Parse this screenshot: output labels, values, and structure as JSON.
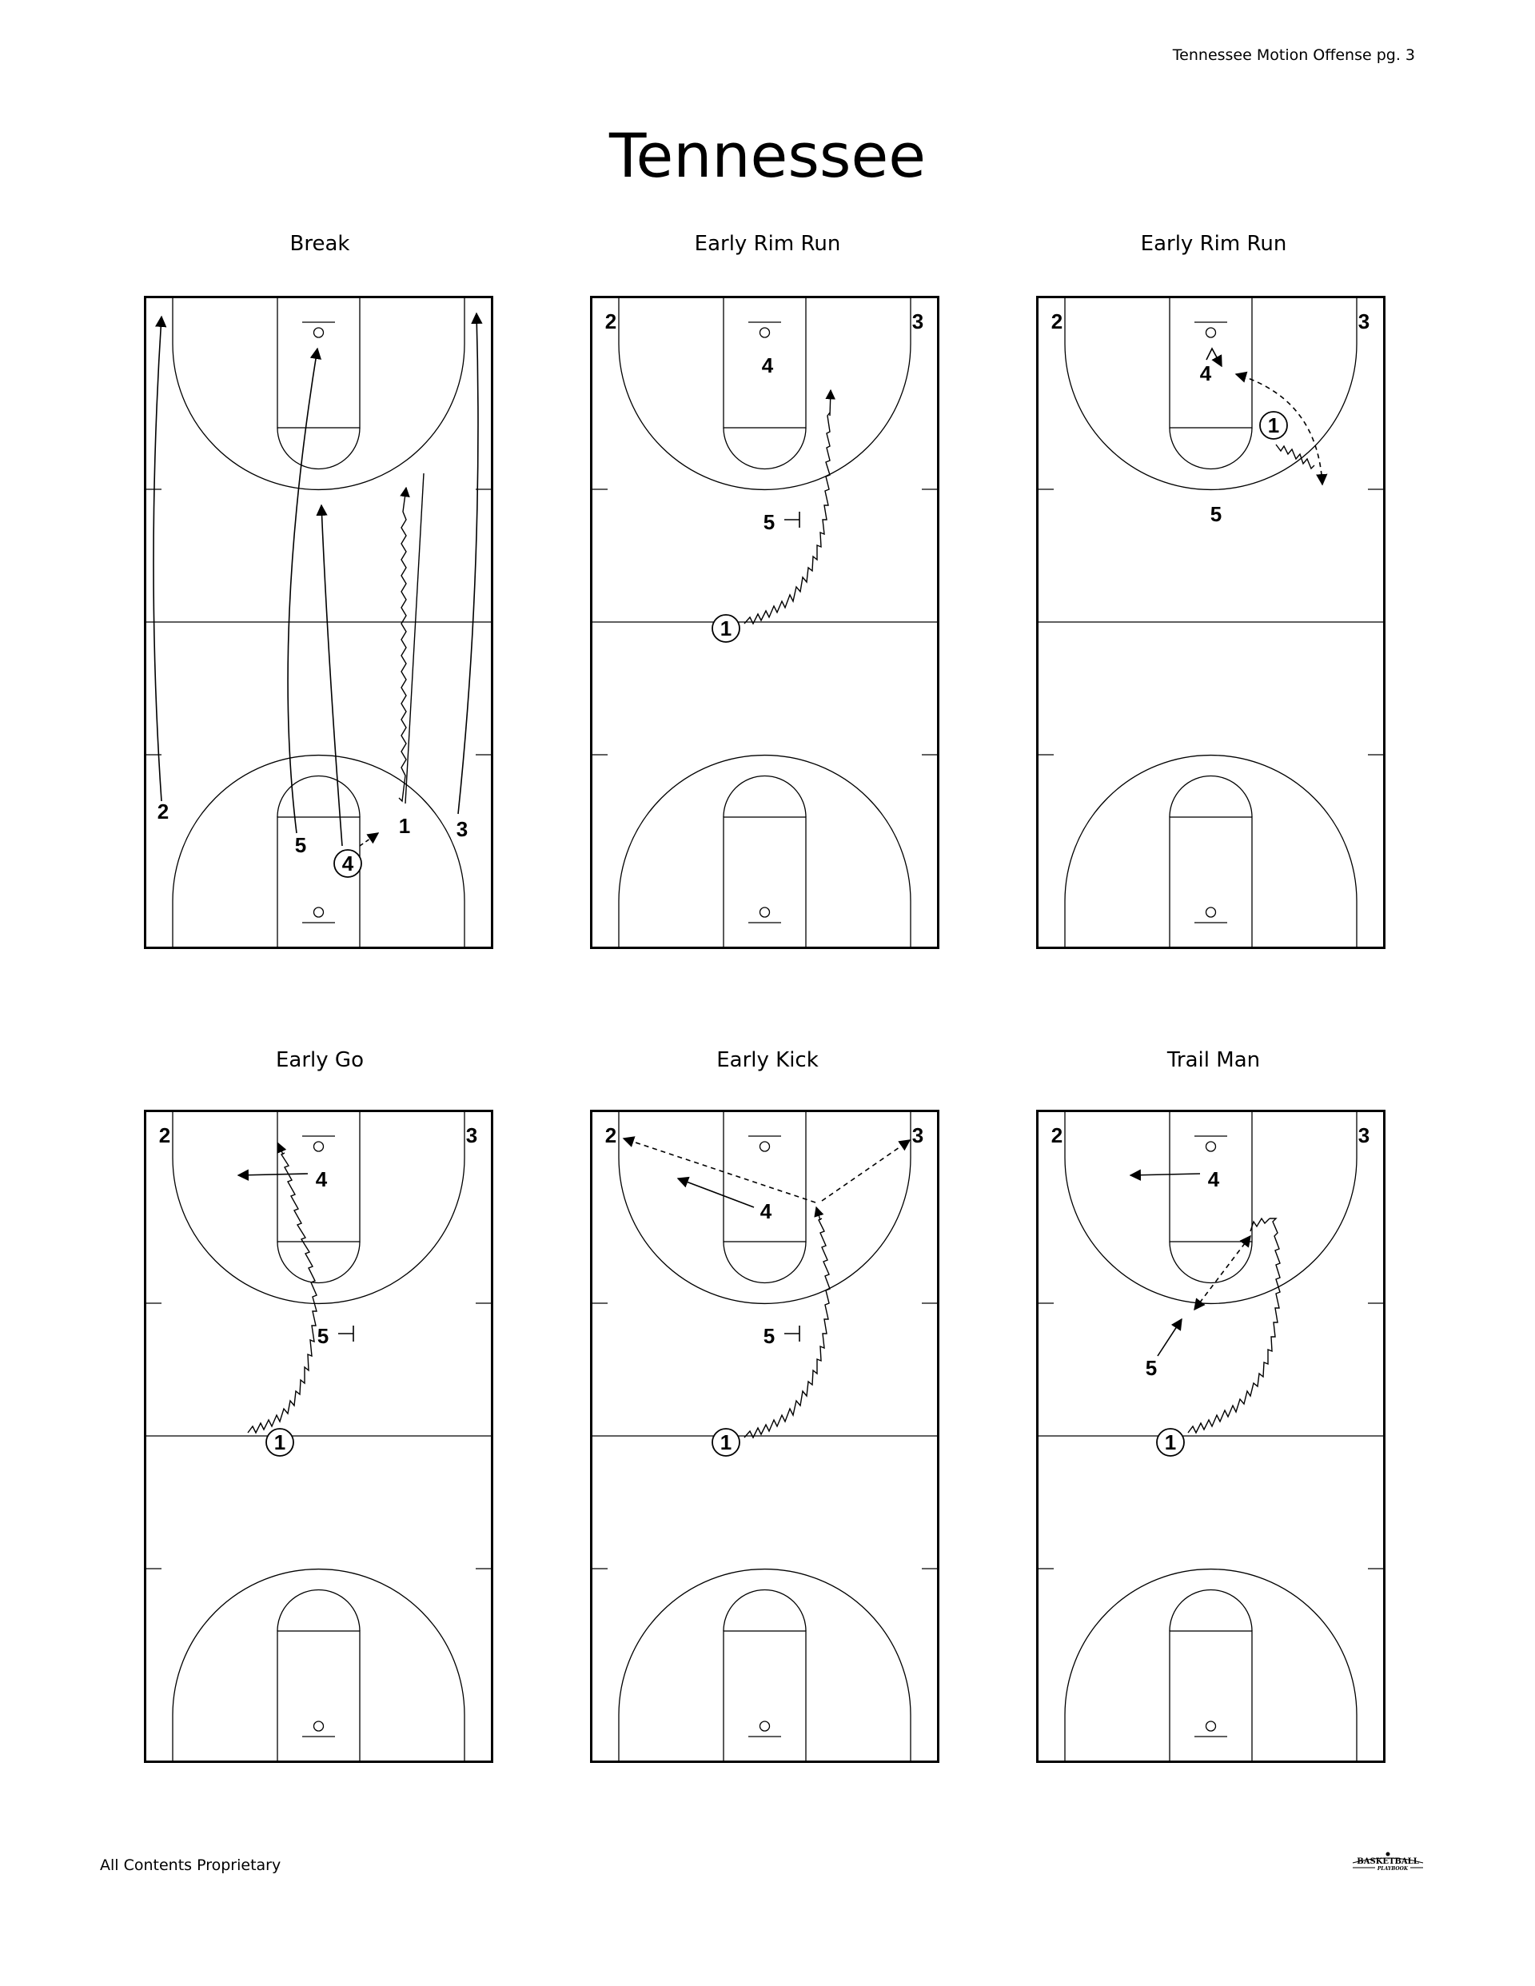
{
  "header": "Tennessee Motion Offense   pg. 3",
  "title": "Tennessee",
  "footer": "All Contents Proprietary",
  "logo_text": "BASKETBALL PLAYBOOK",
  "panels": [
    {
      "title": "Break"
    },
    {
      "title": "Early Rim Run"
    },
    {
      "title": "Early Rim Run"
    },
    {
      "title": "Early Go"
    },
    {
      "title": "Early Kick"
    },
    {
      "title": "Trail Man"
    }
  ],
  "players": {
    "p1": "1",
    "p2": "2",
    "p3": "3",
    "p4": "4",
    "p5": "5"
  }
}
